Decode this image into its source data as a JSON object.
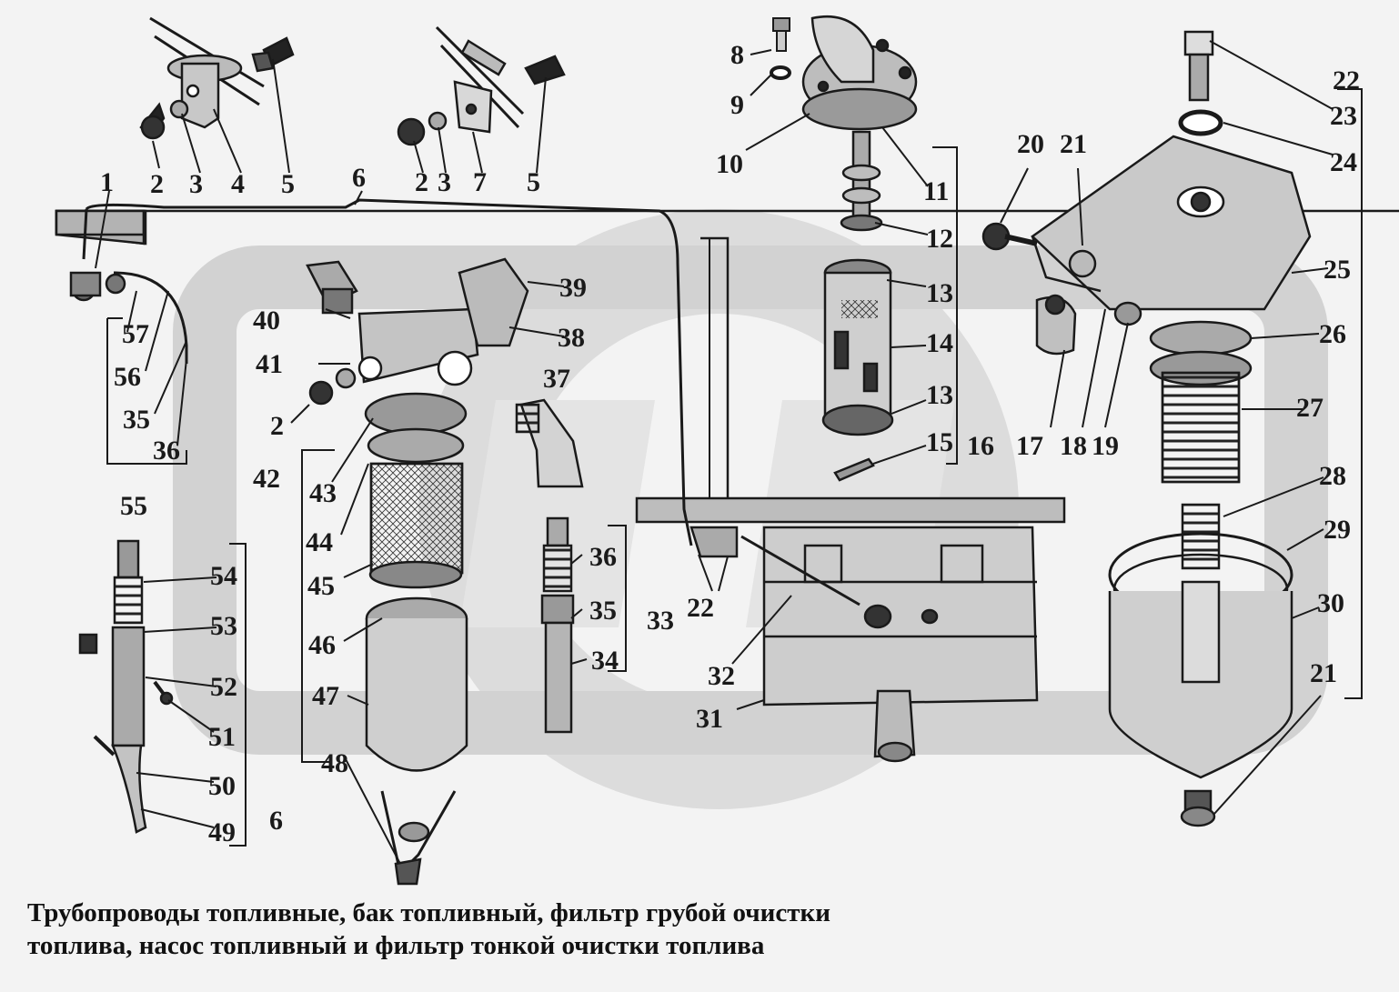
{
  "caption": {
    "line1": "Трубопроводы топливные, бак топливный, фильтр грубой очистки",
    "line2": "топлива, насос топливный и фильтр тонкой очистки топлива"
  },
  "labels": {
    "n1": "1",
    "n2a": "2",
    "n3a": "3",
    "n4": "4",
    "n5a": "5",
    "n6a": "6",
    "n2b": "2",
    "n3b": "3",
    "n7": "7",
    "n5b": "5",
    "n8": "8",
    "n9": "9",
    "n10": "10",
    "n11": "11",
    "n12": "12",
    "n13a": "13",
    "n14": "14",
    "n13b": "13",
    "n15": "15",
    "n16": "16",
    "n20": "20",
    "n21a": "21",
    "n22a": "22",
    "n23": "23",
    "n24": "24",
    "n25": "25",
    "n26": "26",
    "n27": "27",
    "n28": "28",
    "n29": "29",
    "n30": "30",
    "n21b": "21",
    "n17": "17",
    "n18": "18",
    "n19": "19",
    "n39": "39",
    "n40": "40",
    "n38": "38",
    "n41": "41",
    "n37": "37",
    "n2c": "2",
    "n42": "42",
    "n43": "43",
    "n44": "44",
    "n45": "45",
    "n46": "46",
    "n47": "47",
    "n48": "48",
    "n36a": "36",
    "n35a": "35",
    "n33": "33",
    "n34": "34",
    "n22b": "22",
    "n32": "32",
    "n31": "31",
    "n57": "57",
    "n56": "56",
    "n35b": "35",
    "n36b": "36",
    "n55": "55",
    "n54": "54",
    "n53": "53",
    "n52": "52",
    "n51": "51",
    "n50": "50",
    "n49": "49",
    "n6b": "6"
  },
  "colors": {
    "ink": "#1a1a1a",
    "paper": "#f3f3f3",
    "watermark": "#d4d4d4",
    "shade": "#bdbdbd"
  }
}
